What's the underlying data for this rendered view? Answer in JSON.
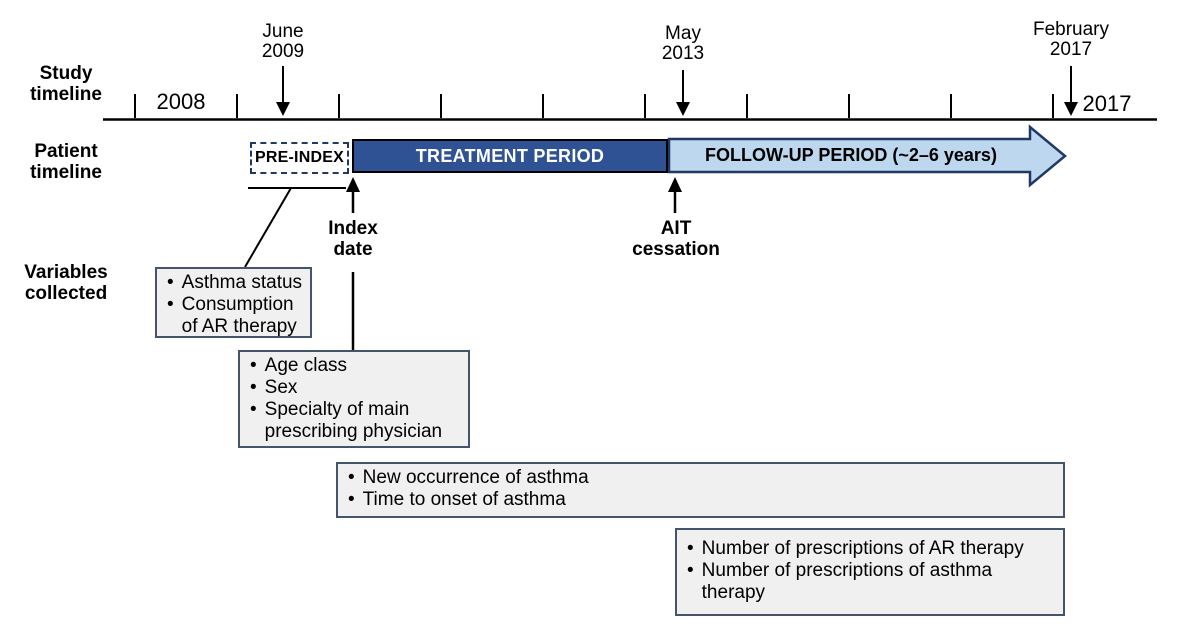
{
  "row_labels": {
    "study_timeline": "Study\ntimeline",
    "patient_timeline": "Patient\ntimeline",
    "variables_collected": "Variables\ncollected"
  },
  "axis": {
    "year_start_label": "2008",
    "year_end_label": "2017",
    "annotations": {
      "june_2009": "June\n2009",
      "may_2013": "May\n2013",
      "february_2017": "February\n2017"
    }
  },
  "periods": {
    "pre_index": "PRE-INDEX",
    "treatment": "TREATMENT PERIOD",
    "follow_up": "FOLLOW-UP PERIOD (~2–6 years)"
  },
  "markers": {
    "index_date": "Index\ndate",
    "ait_cessation": "AIT\ncessation"
  },
  "variable_boxes": [
    {
      "items": [
        "Asthma status",
        "Consumption of AR therapy"
      ]
    },
    {
      "items": [
        "Age class",
        "Sex",
        "Specialty of main prescribing physician"
      ]
    },
    {
      "items": [
        "New occurrence of asthma",
        "Time to onset of asthma"
      ]
    },
    {
      "items": [
        "Number of prescriptions of AR therapy",
        "Number of prescriptions of asthma therapy"
      ]
    }
  ],
  "colors": {
    "treatment_fill": "#2E5293",
    "treatment_text": "#FFFFFF",
    "follow_up_fill": "#BDD7EE",
    "period_outline": "#1F3864",
    "pre_index_border": "#1F3864",
    "variables_box_fill": "#F0F0F0",
    "variables_box_border": "#44546A",
    "line_color": "#000000"
  }
}
